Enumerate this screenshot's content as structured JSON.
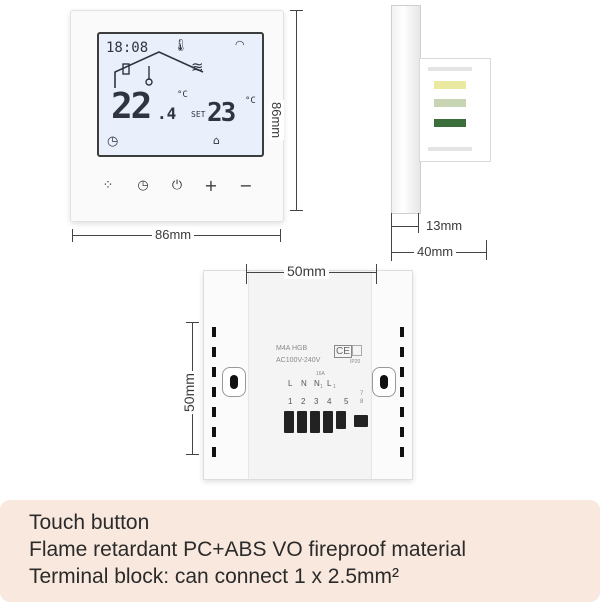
{
  "display": {
    "clock": "18:08",
    "room_temp_int": "22",
    "room_temp_dec": ".4",
    "temp_unit": "°C",
    "set_label": "SET",
    "set_temp": "23",
    "set_unit": "°C",
    "heat_label": "≋"
  },
  "buttons": [
    {
      "name": "menu",
      "glyph": "⁘"
    },
    {
      "name": "clock",
      "glyph": "◷"
    },
    {
      "name": "power",
      "glyph": "⏻"
    },
    {
      "name": "plus",
      "glyph": "+"
    },
    {
      "name": "minus",
      "glyph": "−"
    }
  ],
  "dimensions": {
    "front_height": "86mm",
    "front_width": "86mm",
    "side_depth_small": "13mm",
    "side_depth_total": "40mm",
    "back_width": "50mm",
    "back_height": "50mm"
  },
  "back_labels": {
    "model": "M4A HGB",
    "voltage": "AC100V-240V",
    "ce": "CE",
    "ip": "IP20",
    "current": "16A",
    "terminals": [
      "L",
      "N",
      "N",
      "L",
      "5"
    ],
    "terminal_subs": [
      "",
      "",
      "1",
      "1",
      ""
    ],
    "terminal_numbers": [
      "1",
      "2",
      "3",
      "4",
      "5"
    ],
    "extra_terminals": [
      "7",
      "8"
    ]
  },
  "info_lines": [
    "Touch button",
    "Flame retardant PC+ABS VO fireproof material",
    "Terminal block: can connect 1 x 2.5mm²"
  ]
}
